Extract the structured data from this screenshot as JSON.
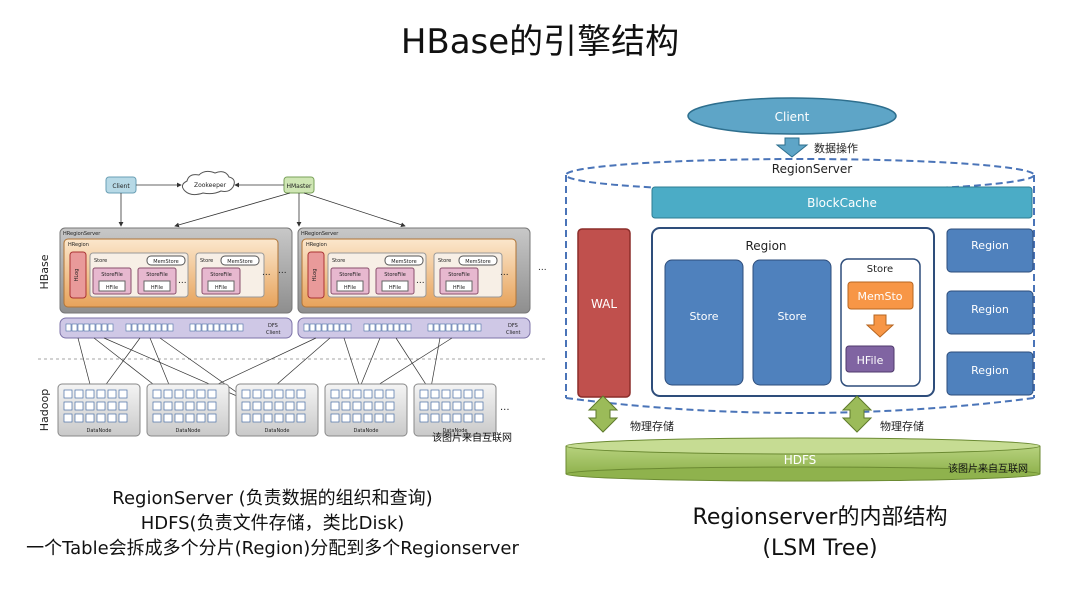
{
  "page": {
    "title": "HBase的引擎结构"
  },
  "left_diagram": {
    "client": "Client",
    "zookeeper": "Zookeeper",
    "hmaster": "HMaster",
    "hbase_label": "HBase",
    "hadoop_label": "Hadoop",
    "hregionserver": "HRegionServer",
    "hregion": "HRegion",
    "hlog": "HLog",
    "store": "Store",
    "memstore": "MemStore",
    "storefile": "StoreFile",
    "hfile": "HFile",
    "ellipsis": "...",
    "dfs_client_1": "DFS",
    "dfs_client_2": "Client",
    "datanode": "DataNode",
    "watermark": "该图片来自互联网"
  },
  "right_diagram": {
    "client": "Client",
    "data_ops": "数据操作",
    "regionserver": "RegionServer",
    "blockcache": "BlockCache",
    "wal": "WAL",
    "region_main": "Region",
    "store": "Store",
    "store_inner_title": "Store",
    "memstore": "MemSto",
    "hfile": "HFile",
    "region_side": "Region",
    "side_dots": "· · ·",
    "physical_storage": "物理存储",
    "hdfs": "HDFS",
    "watermark": "该图片来自互联网"
  },
  "captions": {
    "left": [
      "RegionServer (负责数据的组织和查询)",
      "HDFS(负责文件存储，类比Disk)",
      "一个Table会拆成多个分片(Region)分配到多个Regionserver"
    ],
    "right": [
      "Regionserver的内部结构",
      "(LSM Tree)"
    ]
  }
}
